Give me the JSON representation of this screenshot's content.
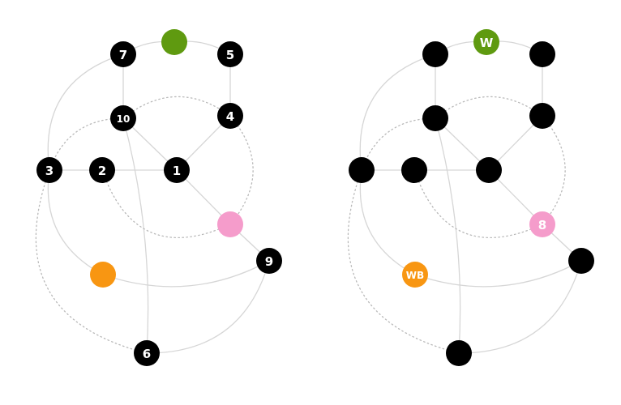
{
  "colors": {
    "black": "#000000",
    "green": "#5f9a10",
    "pink": "#f59ccb",
    "orange": "#f89612"
  },
  "left_graph": {
    "nodes": [
      {
        "id": "n7",
        "label": "7",
        "color": "black"
      },
      {
        "id": "ng",
        "label": "",
        "color": "green"
      },
      {
        "id": "n5",
        "label": "5",
        "color": "black"
      },
      {
        "id": "n10",
        "label": "10",
        "color": "black"
      },
      {
        "id": "n4",
        "label": "4",
        "color": "black"
      },
      {
        "id": "n3",
        "label": "3",
        "color": "black"
      },
      {
        "id": "n2",
        "label": "2",
        "color": "black"
      },
      {
        "id": "n1",
        "label": "1",
        "color": "black"
      },
      {
        "id": "np",
        "label": "",
        "color": "pink"
      },
      {
        "id": "n9",
        "label": "9",
        "color": "black"
      },
      {
        "id": "no",
        "label": "",
        "color": "orange"
      },
      {
        "id": "n6",
        "label": "6",
        "color": "black"
      }
    ]
  },
  "right_graph": {
    "nodes": [
      {
        "id": "n7",
        "label": "",
        "color": "black"
      },
      {
        "id": "ng",
        "label": "W",
        "color": "green"
      },
      {
        "id": "n5",
        "label": "",
        "color": "black"
      },
      {
        "id": "n10",
        "label": "",
        "color": "black"
      },
      {
        "id": "n4",
        "label": "",
        "color": "black"
      },
      {
        "id": "n3",
        "label": "",
        "color": "black"
      },
      {
        "id": "n2",
        "label": "",
        "color": "black"
      },
      {
        "id": "n1",
        "label": "",
        "color": "black"
      },
      {
        "id": "np",
        "label": "8",
        "color": "pink"
      },
      {
        "id": "n9",
        "label": "",
        "color": "black"
      },
      {
        "id": "no",
        "label": "WB",
        "color": "orange"
      },
      {
        "id": "n6",
        "label": "",
        "color": "black"
      }
    ]
  }
}
